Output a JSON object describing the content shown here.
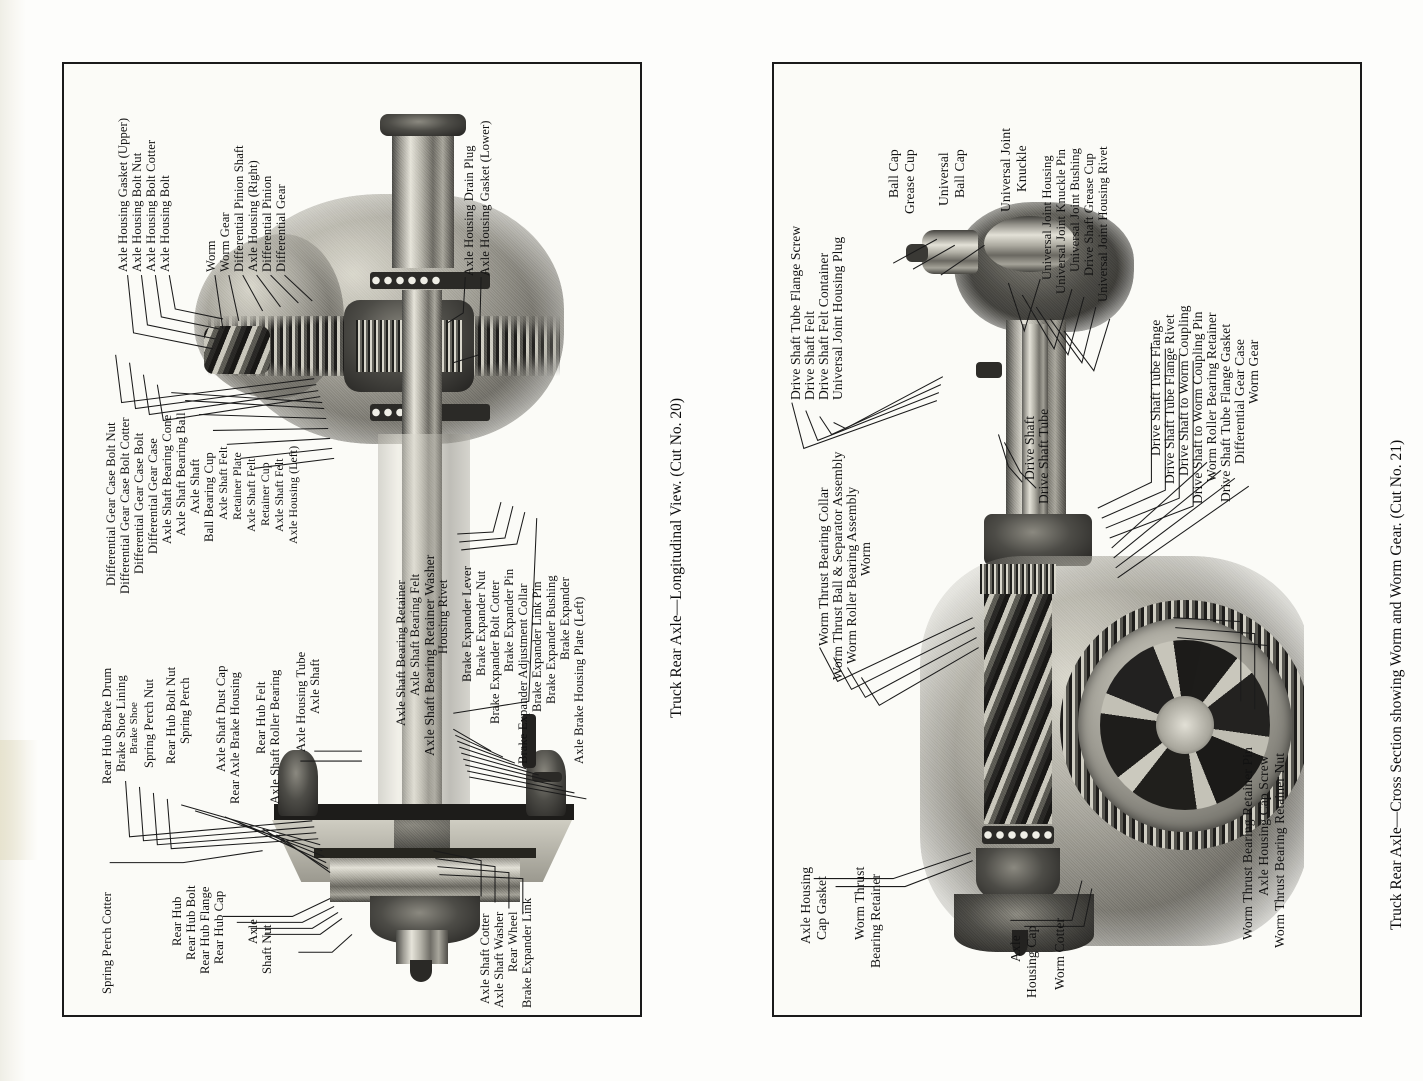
{
  "page": {
    "background": "#fdfdfb",
    "ink": "#121212"
  },
  "left_plate": {
    "caption": "Truck Rear Axle—Longitudinal View.   (Cut No. 20)",
    "labels_top_left": [
      "Axle Housing Gasket (Upper)",
      "Axle Housing Bolt Nut",
      "Axle Housing Bolt Cotter",
      "Axle Housing Bolt"
    ],
    "labels_top_mid": [
      "Worm",
      "Worm Gear",
      "Differential Pinion Shaft",
      "Axle Housing (Right)",
      "Differential Pinion",
      "Differential Gear"
    ],
    "labels_top_right": [
      "Axle Housing Drain Plug",
      "Axle Housing Gasket (Lower)"
    ],
    "labels_mid_left": [
      "Differential Gear Case Bolt Nut",
      "Differential Gear Case Bolt Cotter",
      "Differential Gear Case Bolt",
      "Differential Gear Case",
      "Axle Shaft Bearing Cone",
      "Axle Shaft Bearing Ball",
      "Axle Shaft",
      "Ball Bearing Cup",
      "Axle Shaft Felt",
      "Retainer Plate",
      "Axle Shaft Felt",
      "Retainer Cup",
      "Axle Shaft Felt",
      "Axle Housing (Left)"
    ],
    "labels_lower_left": [
      "Rear Hub Brake Drum",
      "Brake Shoe Lining",
      "Brake Shoe",
      "Spring Perch Nut",
      "Rear Hub Bolt Nut",
      "Spring Perch",
      "Axle Shaft Dust Cap",
      "Rear Axle Brake Housing",
      "Rear Hub Felt",
      "Axle Shaft Roller Bearing",
      "Axle Housing Tube",
      "Axle Shaft"
    ],
    "labels_bottom_left": [
      "Spring Perch Cotter",
      "Rear Hub",
      "Rear Hub Bolt",
      "Rear Hub Flange",
      "Rear Hub Cap",
      "Axle",
      "Shaft Nut"
    ],
    "labels_mid_right": [
      "Axle Shaft Bearing Retainer",
      "Axle Shaft Bearing Felt",
      "Axle Shaft Bearing Retainer Washer",
      "Housing Rivet",
      "Brake Expander Lever",
      "Brake Expander Nut",
      "Brake Expander Bolt Cotter",
      "Brake Expander Pin",
      "Brake Expander Adjustment Collar",
      "Brake Expander Link Pin",
      "Brake Expander Bushing",
      "Brake Expander",
      "Axle Brake Housing Plate (Left)"
    ],
    "labels_bottom_right": [
      "Axle Shaft Cotter",
      "Axle Shaft Washer",
      "Rear Wheel",
      "Brake Expander Link"
    ]
  },
  "right_plate": {
    "caption": "Truck Rear Axle—Cross Section showing Worm and Worm Gear.   (Cut No. 21)",
    "labels_top_left": [
      "Drive Shaft Tube Flange Screw",
      "Drive Shaft Felt",
      "Drive Shaft Felt Container",
      "Universal Joint Housing Plug"
    ],
    "labels_top_mid": [
      "Ball Cap",
      "Grease Cup",
      "Universal",
      "Ball Cap"
    ],
    "labels_top_right": [
      "Universal Joint",
      "Knuckle",
      "Universal Joint Housing",
      "Universal Joint Knuckle Pin",
      "Universal Joint Bushing",
      "Drive Shaft Grease Cup",
      "Universal Joint Housing Rivet"
    ],
    "labels_mid_center": [
      "Drive Shaft",
      "Drive Shaft Tube"
    ],
    "labels_mid_right": [
      "Drive Shaft Tube Flange",
      "Drive Shaft Tube Flange Rivet",
      "Drive Shaft to Worm Coupling",
      "Drive Shaft to Worm Coupling Pin",
      "Worm Roller Bearing Retainer",
      "Drive Shaft Tube Flange Gasket",
      "Differential Gear Case",
      "Worm Gear"
    ],
    "labels_mid_left": [
      "Worm Thrust Bearing Collar",
      "Worm Thrust Ball & Separator Assembly",
      "Worm Roller Bearing Assembly",
      "Worm"
    ],
    "labels_bottom_left": [
      "Axle Housing",
      "Cap Gasket",
      "Worm Thrust",
      "Bearing Retainer"
    ],
    "labels_bottom_mid": [
      "Axle",
      "Housing Cap",
      "Worm Cotter"
    ],
    "labels_bottom_right": [
      "Worm Thrust Bearing Retainer Pin",
      "Axle Housing Cap Screw",
      "Worm Thrust Bearing Retainer Nut"
    ]
  }
}
